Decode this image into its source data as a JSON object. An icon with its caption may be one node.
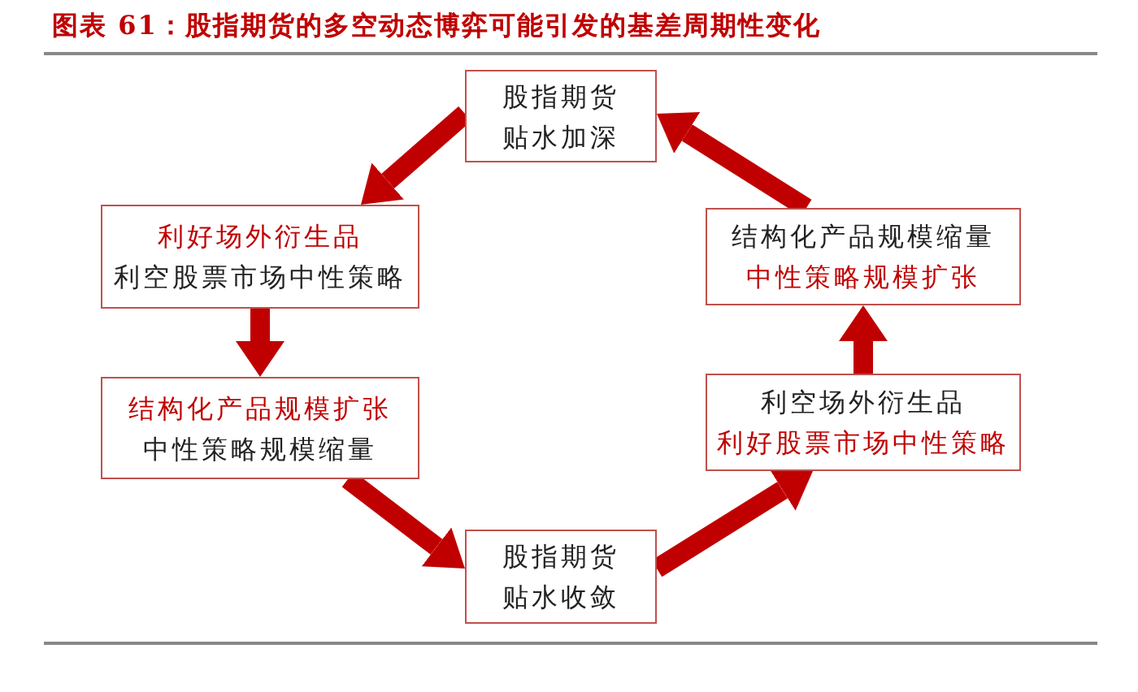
{
  "diagram": {
    "title": "图表 61：股指期货的多空动态博弈可能引发的基差周期性变化",
    "nodes": [
      {
        "text": [
          "股指期货贴水加深"
        ]
      },
      {
        "text": [
          "利好场外衍生品",
          "利空股票市场中性策略"
        ]
      },
      {
        "text": [
          "结构化产品规模扩张",
          "中性策略规模缩量"
        ]
      },
      {
        "text": [
          "股指期货贴水收敛"
        ]
      },
      {
        "text": [
          "利空场外衍生品",
          "利好股票市场中性策略"
        ]
      },
      {
        "text": [
          "结构化产品规模缩量",
          "中性策略规模扩张"
        ]
      }
    ],
    "edges": [
      {
        "from": 0,
        "to": 1,
        "arrow": "to"
      },
      {
        "from": 1,
        "to": 2,
        "arrow": "to"
      },
      {
        "from": 2,
        "to": 3,
        "arrow": "to"
      },
      {
        "from": 3,
        "to": 4,
        "arrow": "to"
      },
      {
        "from": 4,
        "to": 5,
        "arrow": "to"
      },
      {
        "from": 5,
        "to": 0,
        "arrow": "to"
      }
    ]
  }
}
